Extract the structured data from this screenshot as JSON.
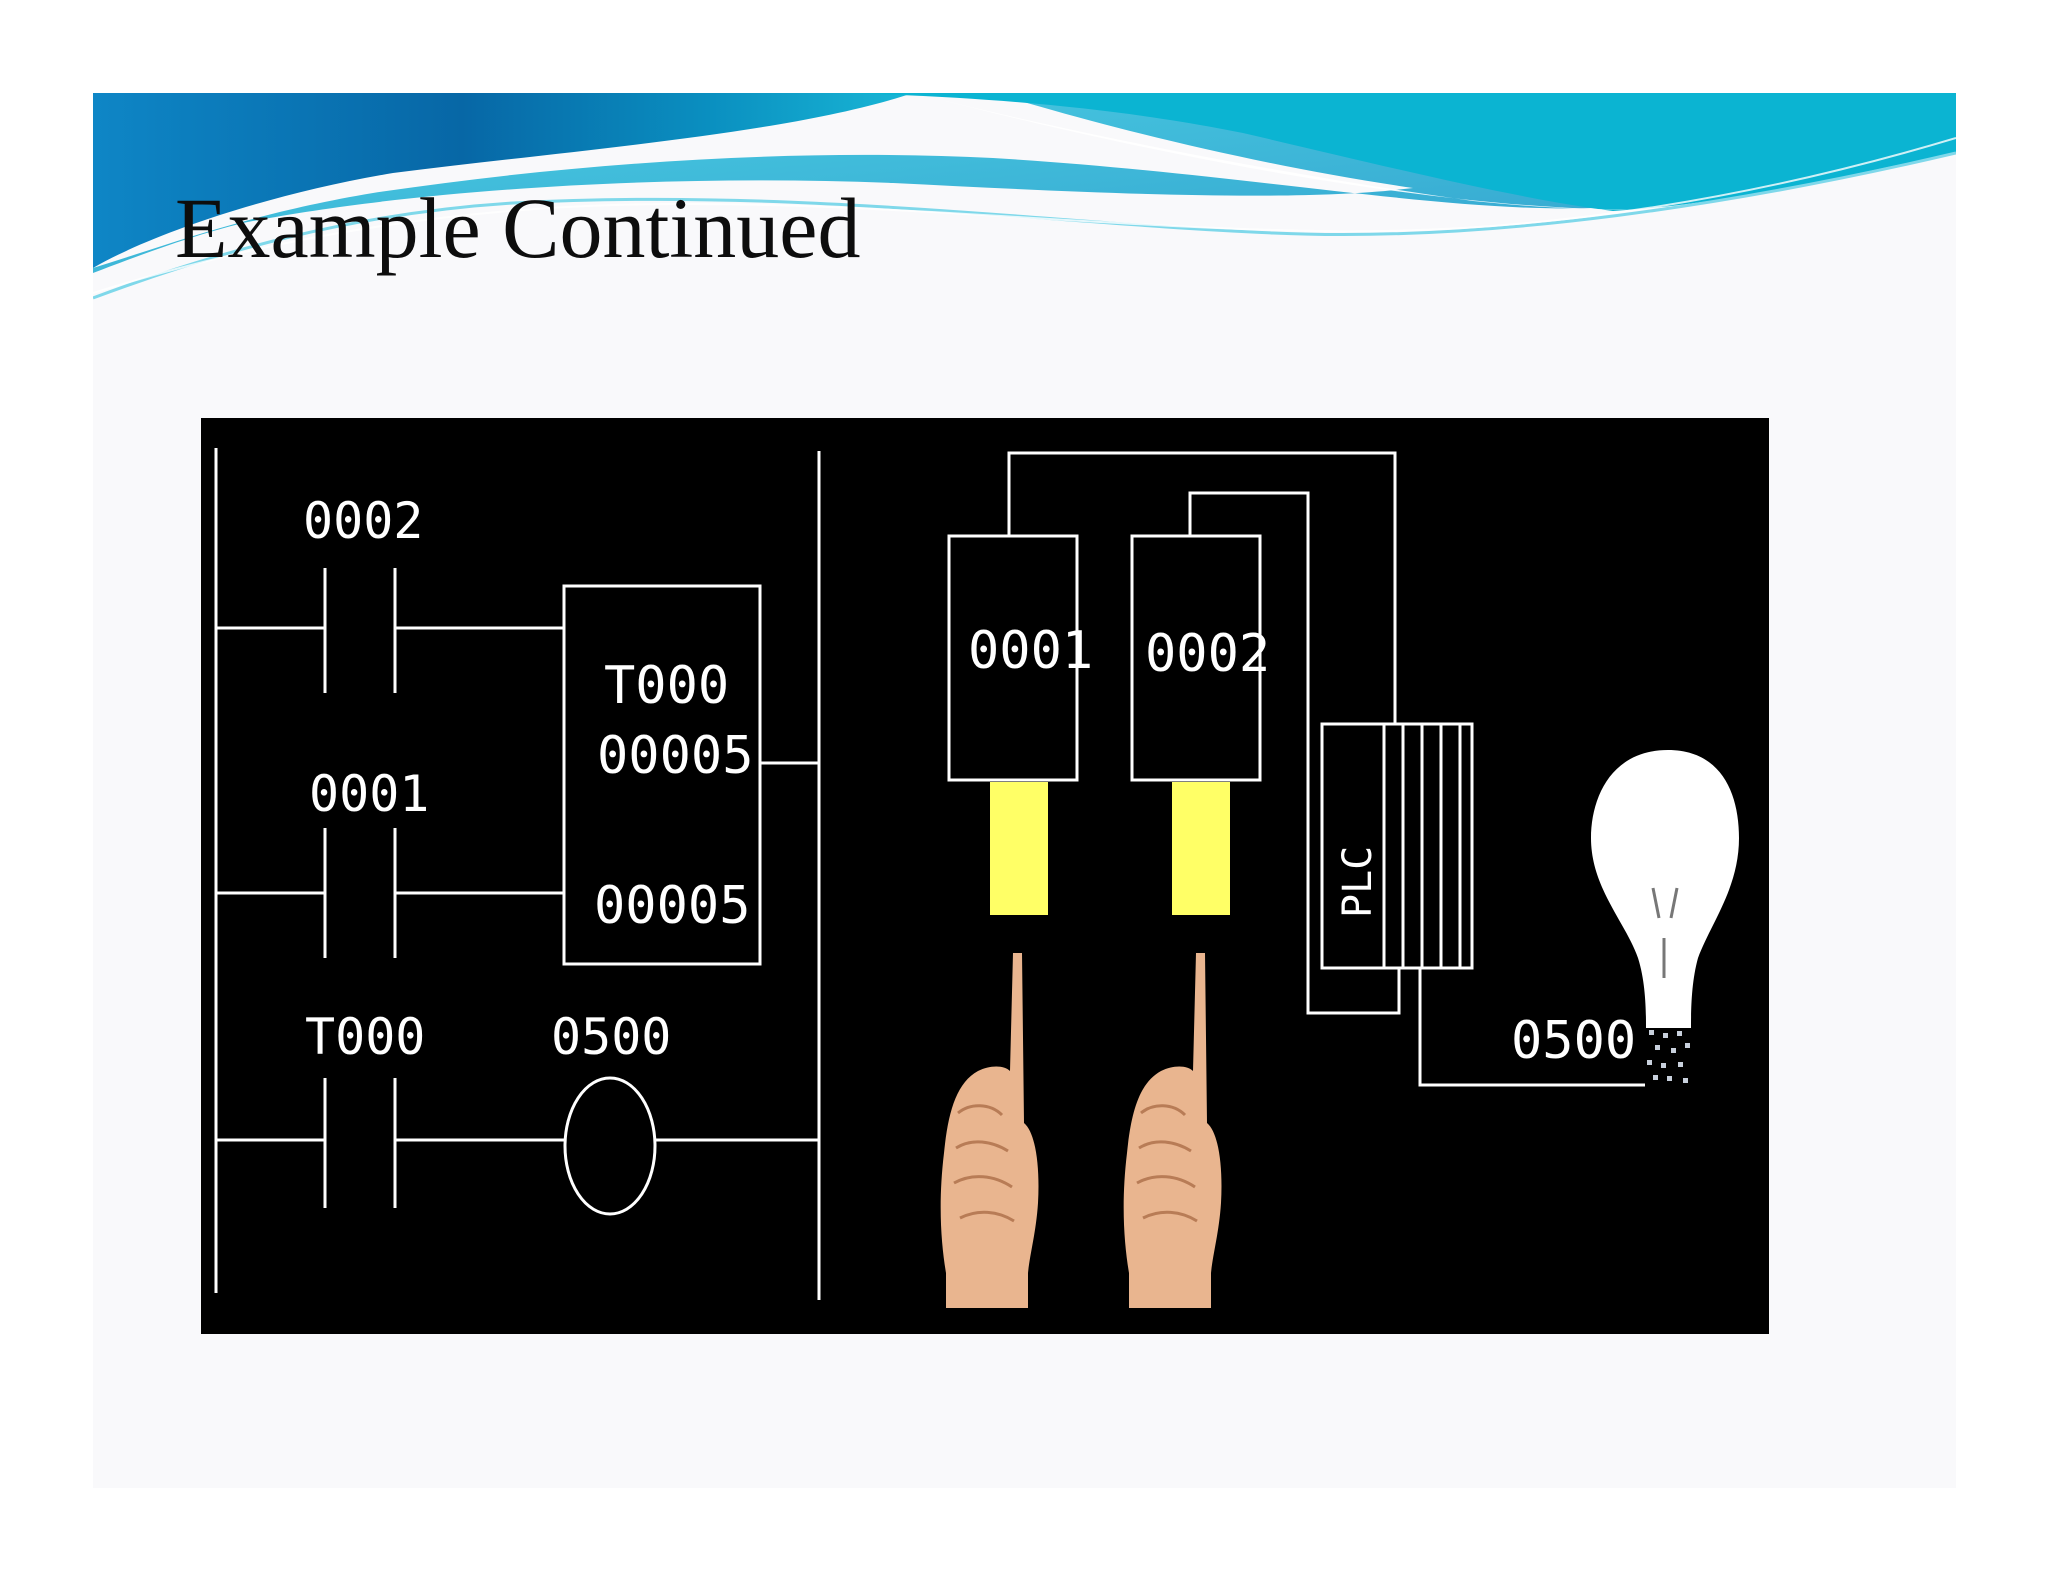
{
  "slide": {
    "title": "Example Continued"
  },
  "colors": {
    "banner_dark": "#0a6aa8",
    "banner_light": "#12b6d2",
    "diagram_background": "#000000",
    "line": "#ffffff",
    "switch_actuator": "#ffff66",
    "hand_skin": "#e9b58f"
  },
  "ladder": {
    "rung1_contact": "0002",
    "rung2_contact": "0001",
    "timer_name": "T000",
    "timer_preset": "00005",
    "timer_accumulated": "00005",
    "rung3_contact": "T000",
    "output_coil": "0500"
  },
  "hardware": {
    "switch1_label": "0001",
    "switch2_label": "0002",
    "plc_label": "PLC",
    "lamp_label": "0500"
  },
  "icons": [
    "pointing-hand-icon",
    "light-bulb-icon"
  ]
}
